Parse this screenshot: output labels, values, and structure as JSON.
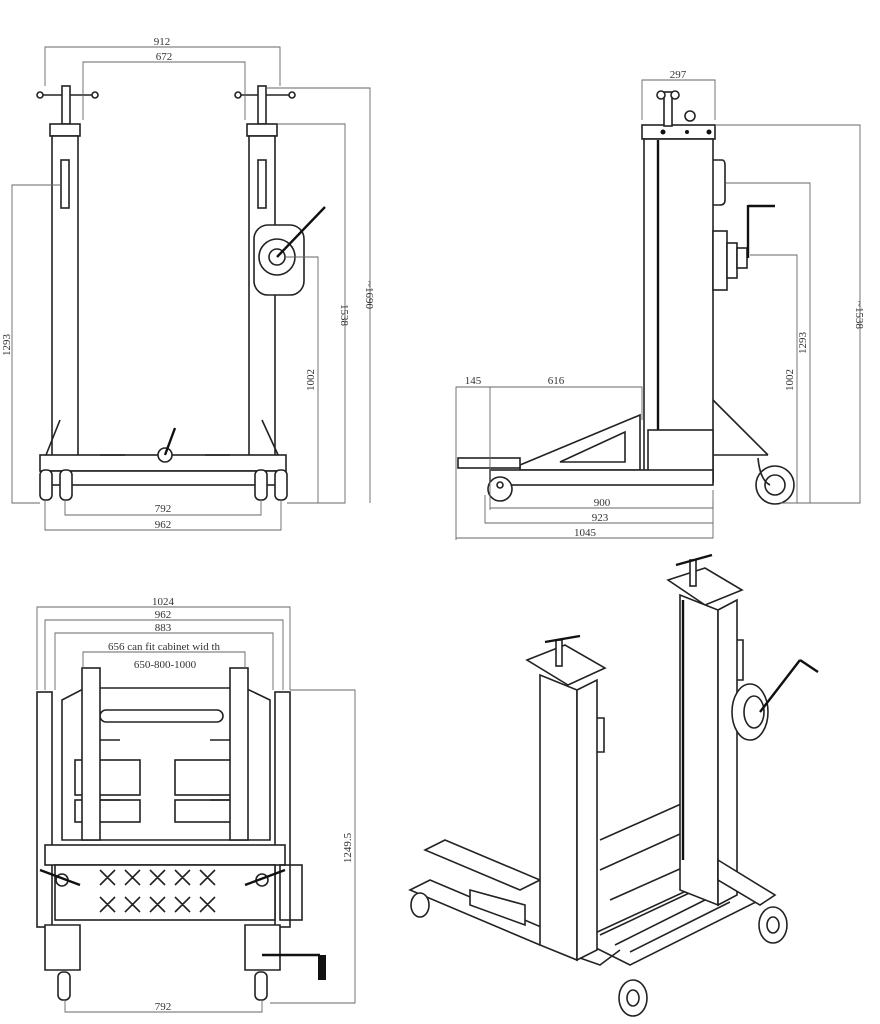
{
  "front_view": {
    "dimensions": {
      "overall_width": "912",
      "inner_width": "672",
      "handle_height": "1293",
      "column_height": "1538",
      "overall_height": "~1690",
      "winch_height": "1002",
      "wheel_base": "792",
      "base_width": "962"
    }
  },
  "side_view": {
    "dimensions": {
      "column_depth": "297",
      "overall_height": "~1538",
      "handle_height": "1293",
      "winch_height": "1002",
      "fork_tip": "145",
      "fork_length": "616",
      "base_length": "900",
      "wheel_span": "923",
      "overall_length": "1045"
    }
  },
  "top_view": {
    "dimensions": {
      "overall_width": "1024",
      "outer_width": "962",
      "inner_width": "883",
      "cabinet_note": "656 can fit cabinet wid th",
      "adjust_range": "650-800-1000",
      "overall_depth": "1249.5",
      "wheel_base": "792"
    }
  },
  "colors": {
    "line": "#222222",
    "dimension": "#666666",
    "background": "#ffffff"
  }
}
